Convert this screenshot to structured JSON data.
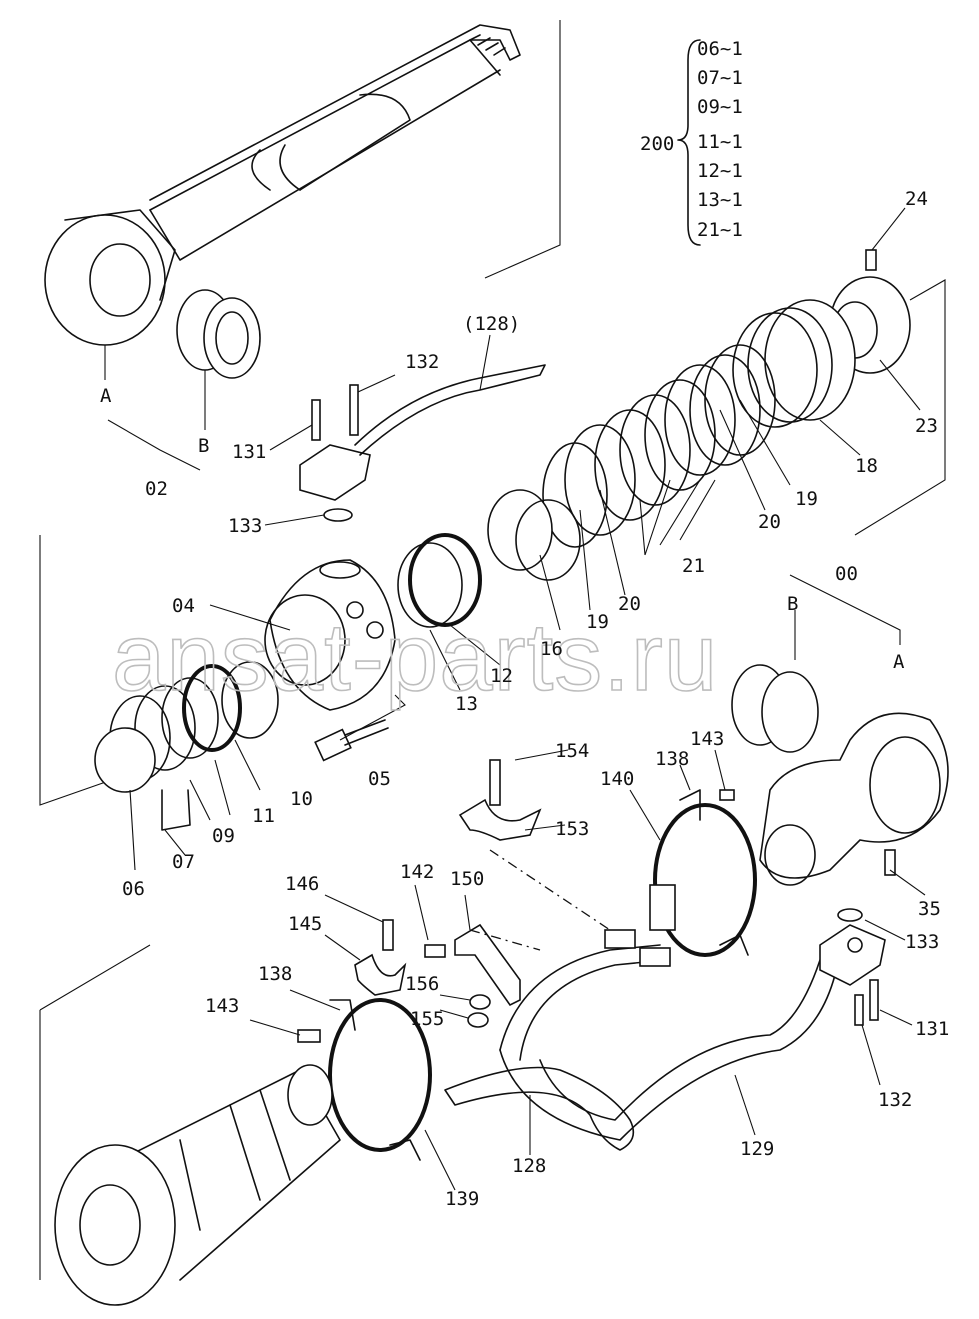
{
  "watermark": "ansat-parts.ru",
  "kit": {
    "number": "200",
    "items": [
      "06~1",
      "07~1",
      "09~1",
      "11~1",
      "12~1",
      "13~1",
      "21~1"
    ]
  },
  "labels": {
    "p00": "00",
    "p02": "02",
    "p04": "04",
    "p05": "05",
    "p06": "06",
    "p07": "07",
    "p09": "09",
    "p10": "10",
    "p11": "11",
    "p12": "12",
    "p13": "13",
    "p16": "16",
    "p18": "18",
    "p19a": "19",
    "p19b": "19",
    "p20a": "20",
    "p20b": "20",
    "p21": "21",
    "p23": "23",
    "p24": "24",
    "p35": "35",
    "p128": "128",
    "p128ref": "(128)",
    "p129": "129",
    "p131a": "131",
    "p131b": "131",
    "p132a": "132",
    "p132b": "132",
    "p133a": "133",
    "p133b": "133",
    "p138a": "138",
    "p138b": "138",
    "p139": "139",
    "p140": "140",
    "p142": "142",
    "p143a": "143",
    "p143b": "143",
    "p145": "145",
    "p146": "146",
    "p150": "150",
    "p153": "153",
    "p154": "154",
    "p155": "155",
    "p156": "156",
    "A1": "A",
    "B1": "B",
    "A2": "A",
    "B2": "B"
  }
}
